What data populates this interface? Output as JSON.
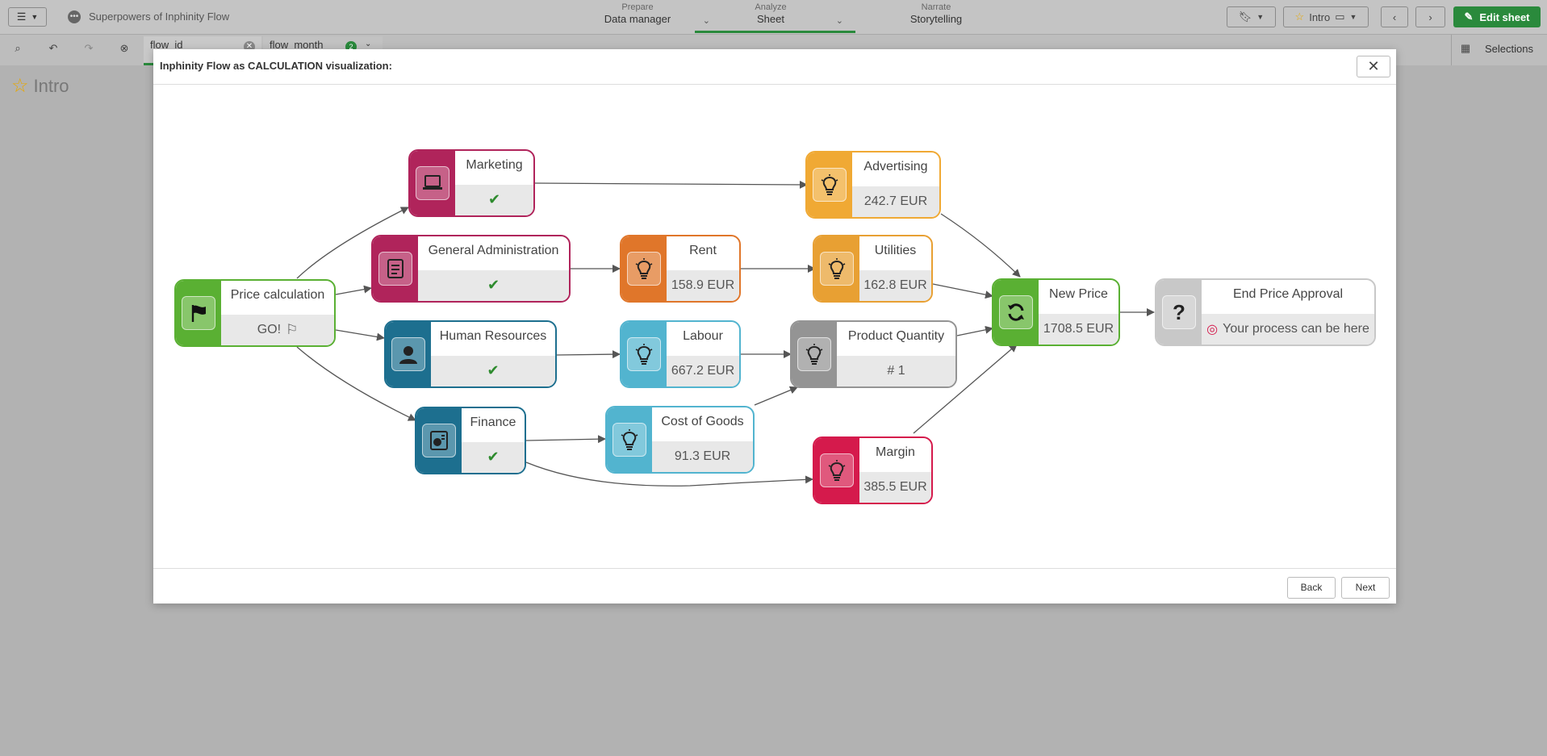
{
  "app": {
    "title": "Superpowers of Inphinity Flow",
    "nav": [
      {
        "sup": "Prepare",
        "main": "Data manager"
      },
      {
        "sup": "Analyze",
        "main": "Sheet"
      },
      {
        "sup": "Narrate",
        "main": "Storytelling"
      }
    ],
    "sheet_dropdown": "Intro",
    "edit_sheet": "Edit sheet",
    "selections": "Selections"
  },
  "filters": [
    {
      "name": "flow_id",
      "selected": "1"
    },
    {
      "name": "flow_month",
      "count": "2"
    }
  ],
  "sheet": {
    "title": "Intro"
  },
  "dialog": {
    "title": "Inphinity Flow as CALCULATION visualization:",
    "close": "✕",
    "back": "Back",
    "next": "Next"
  },
  "nodes": {
    "price_calc": {
      "label": "Price calculation",
      "value": "GO!",
      "color": "#5ab033"
    },
    "marketing": {
      "label": "Marketing",
      "value": "✔",
      "color": "#b0245b"
    },
    "general_admin": {
      "label": "General Administration",
      "value": "✔",
      "color": "#b0245b"
    },
    "human_resources": {
      "label": "Human Resources",
      "value": "✔",
      "color": "#1d6f8f"
    },
    "finance": {
      "label": "Finance",
      "value": "✔",
      "color": "#1d6f8f"
    },
    "rent": {
      "label": "Rent",
      "value": "158.9 EUR",
      "color": "#e0762a"
    },
    "labour": {
      "label": "Labour",
      "value": "667.2 EUR",
      "color": "#52b4cf"
    },
    "cost_of_goods": {
      "label": "Cost of Goods",
      "value": "91.3 EUR",
      "color": "#52b4cf"
    },
    "advertising": {
      "label": "Advertising",
      "value": "242.7 EUR",
      "color": "#f0a934"
    },
    "utilities": {
      "label": "Utilities",
      "value": "162.8 EUR",
      "color": "#e8a033"
    },
    "product_quantity": {
      "label": "Product Quantity",
      "value": "# 1",
      "color": "#949494"
    },
    "margin": {
      "label": "Margin",
      "value": "385.5 EUR",
      "color": "#d51a4c"
    },
    "new_price": {
      "label": "New Price",
      "value": "1708.5 EUR",
      "color": "#5ab033"
    },
    "end_approval": {
      "label": "End Price Approval",
      "value": "Your process can be here",
      "color": "#c8c8c8"
    }
  }
}
